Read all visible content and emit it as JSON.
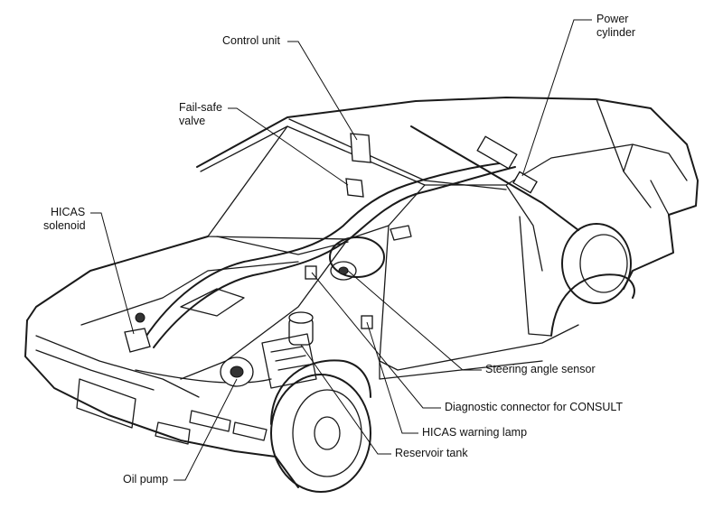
{
  "labels": {
    "control_unit": "Control unit",
    "fail_safe_valve_1": "Fail-safe",
    "fail_safe_valve_2": "valve",
    "power_cylinder_1": "Power",
    "power_cylinder_2": "cylinder",
    "hicas_solenoid_1": "HICAS",
    "hicas_solenoid_2": "solenoid",
    "steering_angle_sensor": "Steering angle sensor",
    "diagnostic_connector": "Diagnostic connector for CONSULT",
    "hicas_warning_lamp": "HICAS warning lamp",
    "reservoir_tank": "Reservoir tank",
    "oil_pump": "Oil pump"
  }
}
